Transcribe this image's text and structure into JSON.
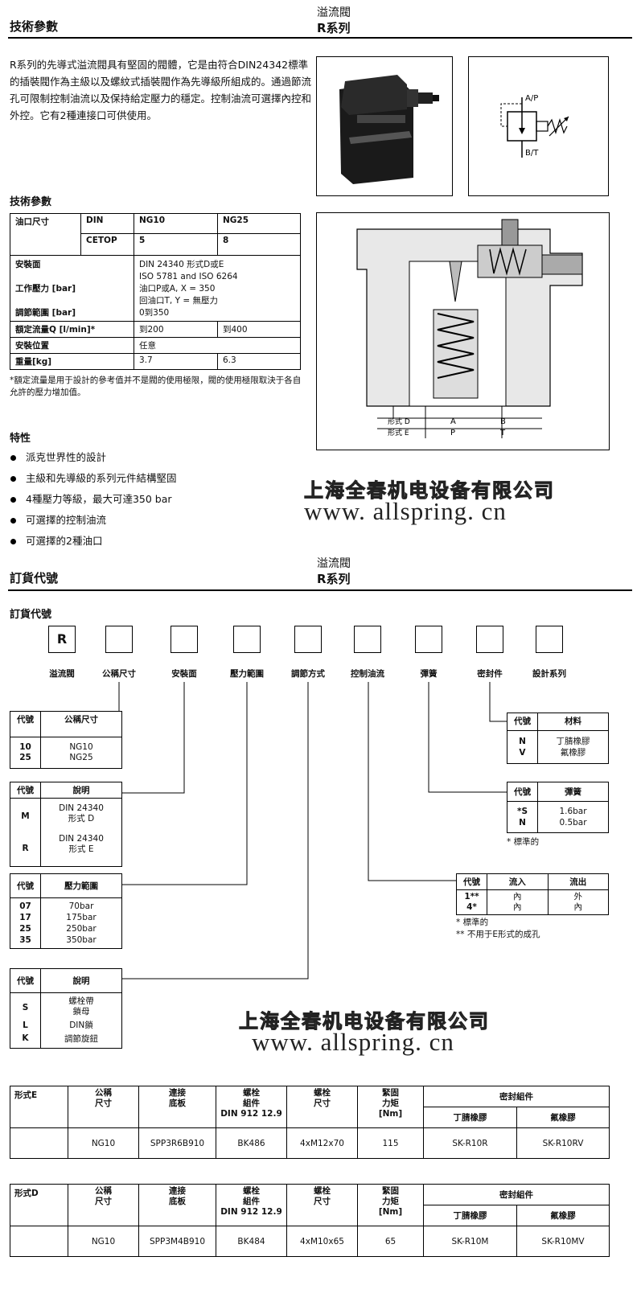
{
  "page1": {
    "title": "技術參數",
    "sub1": "溢流閥",
    "sub2": "R系列",
    "intro": "R系列的先導式溢流閥具有堅固的閥體，它是由符合DIN24342標準的插裝閥作為主級以及螺紋式插裝閥作為先導級所組成的。通過節流孔可限制控制油流以及保持給定壓力的穩定。控制油流可選擇內控和外控。它有2種連接口可供使用。",
    "spec_title": "技術參數",
    "spec": {
      "port_size": "油口尺寸",
      "din": "DIN",
      "cetop": "CETOP",
      "ng10": "NG10",
      "ng25": "NG25",
      "cetop5": "5",
      "cetop8": "8",
      "mounting_label": "安裝面",
      "mounting_value1": "DIN 24340 形式D或E",
      "mounting_value2": "ISO 5781 and ISO 6264",
      "pressure_label": "工作壓力 [bar]",
      "pressure_value1": "油口P或A, X = 350",
      "pressure_value2": "回油口T, Y = 無壓力",
      "adjust_label": "調節範圍 [bar]",
      "adjust_value": "0到350",
      "flow_label": "額定流量Q [l/min]*",
      "flow_10": "到200",
      "flow_25": "到400",
      "position_label": "安裝位置",
      "position_value": "任意",
      "weight_label": "重量[kg]",
      "weight_10": "3.7",
      "weight_25": "6.3"
    },
    "spec_note": "*額定流量是用于設計的參考值并不是閥的使用極限，閥的使用極限取決于各自允許的壓力增加值。",
    "symbol_ap": "A/P",
    "symbol_bt": "B/T",
    "section_form_d": "形式 D",
    "section_form_e": "形式 E",
    "section_a": "A",
    "section_b": "B",
    "section_p": "P",
    "section_t": "T",
    "features_title": "特性",
    "features": [
      "派克世界性的設計",
      "主級和先導級的系列元件結構堅固",
      "4種壓力等級，最大可達350 bar",
      "可選擇的控制油流",
      "可選擇的2種油口"
    ],
    "wm_cn": "上海全春机电设备有限公司",
    "wm_url": "www. allspring. cn"
  },
  "page2": {
    "title": "訂貨代號",
    "sub1": "溢流閥",
    "sub2": "R系列",
    "order_title": "訂貨代號",
    "box_first": "R",
    "box_labels": [
      "溢流閥",
      "公稱尺寸",
      "安裝面",
      "壓力範圍",
      "調節方式",
      "控制油流",
      "彈簧",
      "密封件",
      "設計系列"
    ],
    "t_size": {
      "h1": "代號",
      "h2": "公稱尺寸",
      "c1": "10",
      "c2": "25",
      "v1": "NG10",
      "v2": "NG25"
    },
    "t_mount": {
      "h1": "代號",
      "h2": "說明",
      "c1": "M",
      "c2": "R",
      "v1a": "DIN 24340",
      "v1b": "形式 D",
      "v2a": "DIN 24340",
      "v2b": "形式 E"
    },
    "t_press": {
      "h1": "代號",
      "h2": "壓力範圍",
      "c": [
        "07",
        "17",
        "25",
        "35"
      ],
      "v": [
        "70bar",
        "175bar",
        "250bar",
        "350bar"
      ]
    },
    "t_adj": {
      "h1": "代號",
      "h2": "說明",
      "c1": "S",
      "c2": "L",
      "c3": "K",
      "v1a": "螺栓帶",
      "v1b": "鎖母",
      "v2": "DIN鎖",
      "v3": "調節旋鈕"
    },
    "t_seal": {
      "h1": "代號",
      "h2": "材料",
      "c1": "N",
      "c2": "V",
      "v1": "丁腈橡膠",
      "v2": "氟橡膠"
    },
    "t_spring": {
      "h1": "代號",
      "h2": "彈簧",
      "c1": "*S",
      "c2": "N",
      "v1": "1.6bar",
      "v2": "0.5bar",
      "note": "* 標準的"
    },
    "t_ctrl": {
      "h1": "代號",
      "h2": "流入",
      "h3": "流出",
      "c1": "1**",
      "c2": "4*",
      "i1": "內",
      "o1": "外",
      "i2": "內",
      "o2": "內",
      "note1": "*  標準的",
      "note2": "** 不用于E形式的成孔"
    },
    "bt_head": {
      "nominal1": "公稱",
      "nominal2": "尺寸",
      "plate1": "連接",
      "plate2": "底板",
      "bolt1": "螺栓",
      "bolt2": "組件",
      "bolt3": "DIN 912 12.9",
      "bsize1": "螺栓",
      "bsize2": "尺寸",
      "torque1": "緊固",
      "torque2": "力矩",
      "torque3": "[Nm]",
      "seal": "密封組件",
      "nbr": "丁腈橡膠",
      "fkm": "氟橡膠"
    },
    "bt_e": {
      "form": "形式E",
      "size": "NG10",
      "plate": "SPP3R6B910",
      "bolt": "BK486",
      "bsize": "4xM12x70",
      "torque": "115",
      "nbr": "SK-R10R",
      "fkm": "SK-R10RV"
    },
    "bt_d": {
      "form": "形式D",
      "size": "NG10",
      "plate": "SPP3M4B910",
      "bolt": "BK484",
      "bsize": "4xM10x65",
      "torque": "65",
      "nbr": "SK-R10M",
      "fkm": "SK-R10MV"
    },
    "wm_cn": "上海全春机电设备有限公司",
    "wm_url": "www. allspring. cn"
  }
}
